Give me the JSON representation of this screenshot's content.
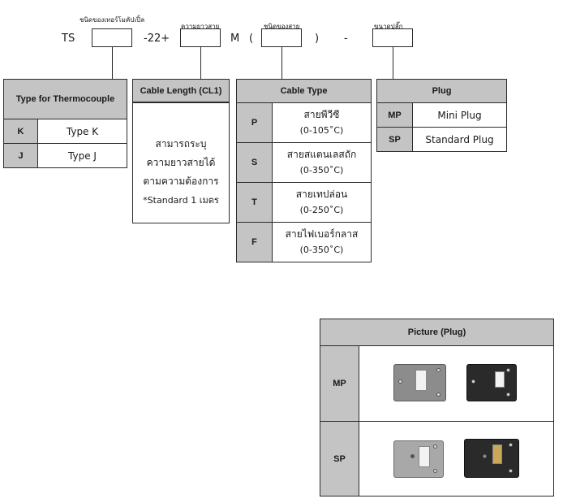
{
  "order_code": {
    "prefix": "TS",
    "mid": "-22+",
    "unit": "M",
    "open_paren": "(",
    "close_paren": ")",
    "dash": "-",
    "label_type": "ชนิดของเทอร์โมคัปเปิ้ล",
    "label_length": "ความยาวสาย",
    "label_cable": "ชนิดของสาย",
    "label_plug": "ขนาดปลั๊ก"
  },
  "thermo_table": {
    "header": "Type for Thermocouple",
    "rows": [
      {
        "code": "K",
        "value": "Type K"
      },
      {
        "code": "J",
        "value": "Type J"
      }
    ]
  },
  "cable_length": {
    "header": "Cable Length (CL1)",
    "line1": "สามารถระบุ",
    "line2": "ความยาวสายได้",
    "line3": "ตามความต้องการ",
    "line4": "*Standard 1 เมตร"
  },
  "cable_type": {
    "header": "Cable Type",
    "rows": [
      {
        "code": "P",
        "name": "สายพีวีซี",
        "temp": "(0-105˚C)"
      },
      {
        "code": "S",
        "name": "สายสแตนเลสถัก",
        "temp": "(0-350˚C)"
      },
      {
        "code": "T",
        "name": "สายเทปล่อน",
        "temp": "(0-250˚C)"
      },
      {
        "code": "F",
        "name": "สายไฟเบอร์กลาส",
        "temp": "(0-350˚C)"
      }
    ]
  },
  "plug": {
    "header": "Plug",
    "rows": [
      {
        "code": "MP",
        "value": "Mini Plug"
      },
      {
        "code": "SP",
        "value": "Standard Plug"
      }
    ]
  },
  "picture": {
    "header": "Picture (Plug)",
    "rows": [
      {
        "code": "MP"
      },
      {
        "code": "SP"
      }
    ],
    "colors": {
      "gray_plug": "#8c8c8c",
      "black_plug": "#2a2a2a",
      "light_plug": "#a8a8a8"
    }
  }
}
